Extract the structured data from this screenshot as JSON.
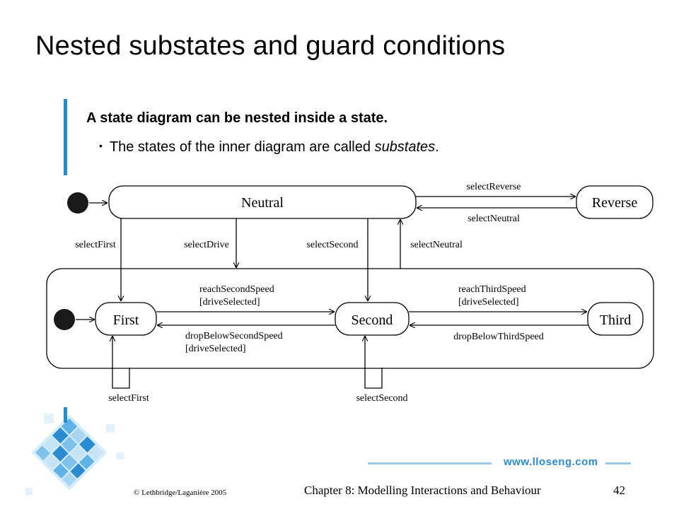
{
  "slide": {
    "title": "Nested substates and guard conditions",
    "bullets": [
      {
        "text": "A state diagram can be nested inside a state."
      },
      {
        "text_before": "The states of the inner diagram are called ",
        "text_emph": "substates",
        "text_after": "."
      }
    ]
  },
  "diagram": {
    "states": {
      "neutral": "Neutral",
      "reverse": "Reverse",
      "first": "First",
      "second": "Second",
      "third": "Third"
    },
    "transitions": {
      "select_reverse": "selectReverse",
      "select_neutral_top": "selectNeutral",
      "select_first_down": "selectFirst",
      "select_drive": "selectDrive",
      "select_second_down": "selectSecond",
      "select_neutral_up": "selectNeutral",
      "reach_second_speed": "reachSecondSpeed",
      "reach_second_guard": "[driveSelected]",
      "drop_below_second": "dropBelowSecondSpeed",
      "drop_below_second_guard": "[driveSelected]",
      "reach_third_speed": "reachThirdSpeed",
      "reach_third_guard": "[driveSelected]",
      "drop_below_third": "dropBelowThirdSpeed",
      "select_first_loop": "selectFirst",
      "select_second_loop": "selectSecond"
    }
  },
  "footer": {
    "logo_url": "www.lloseng.com",
    "copyright": "© Lethbridge/Laganière 2005",
    "chapter": "Chapter 8: Modelling Interactions and Behaviour",
    "page": "42"
  },
  "colors": {
    "accent": "#1f8fd0",
    "logo_blue": "#2a8bd0"
  }
}
